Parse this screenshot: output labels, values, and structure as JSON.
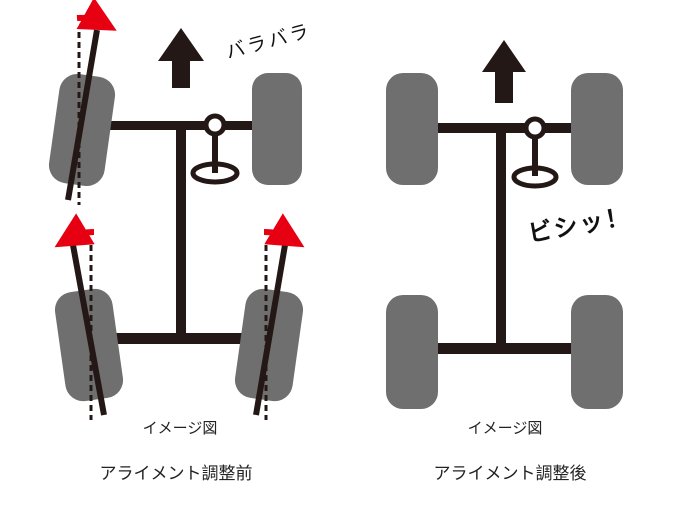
{
  "before": {
    "effect_text": "バラバラ",
    "image_note": "イメージ図",
    "caption": "アライメント調整前"
  },
  "after": {
    "effect_text": "ビシッ！",
    "image_note": "イメージ図",
    "caption": "アライメント調整後"
  },
  "colors": {
    "tire": "#6f6f6f",
    "frame": "#231815",
    "arrow_red": "#e60012"
  }
}
